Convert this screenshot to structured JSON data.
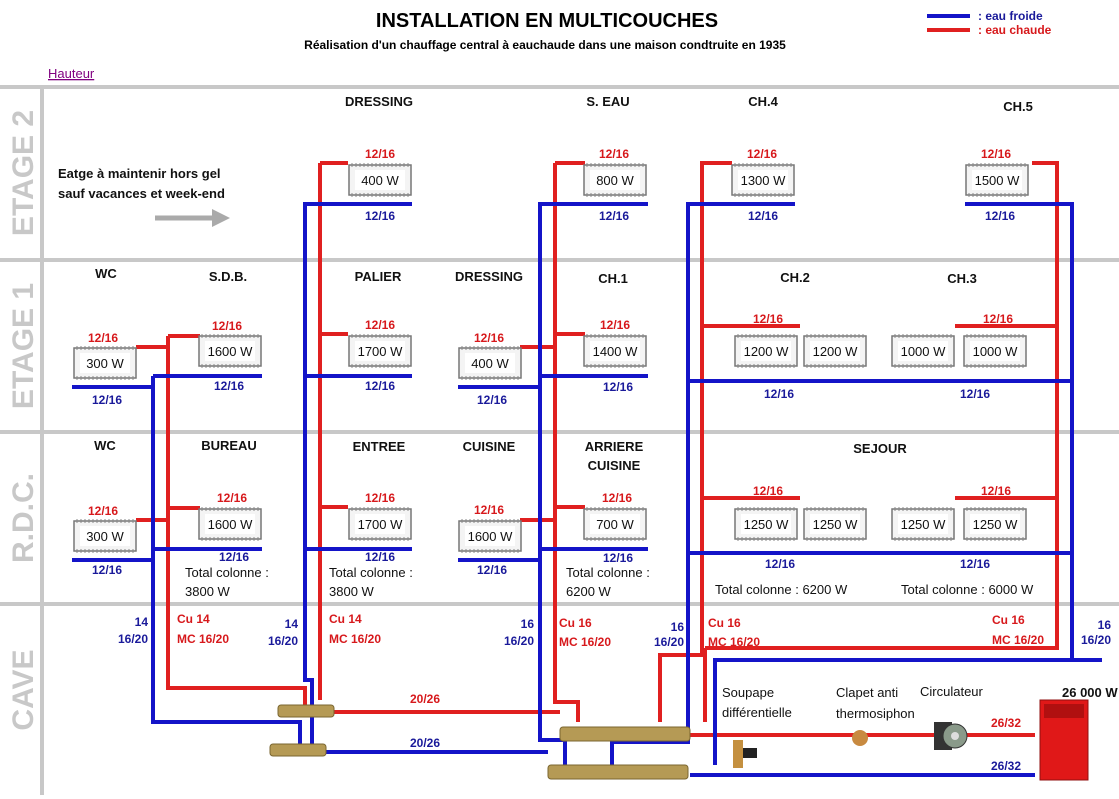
{
  "header": {
    "title": "INSTALLATION EN MULTICOUCHES",
    "subtitle": "Réalisation d'un chauffage central à eauchaude dans une maison condtruite en 1935",
    "link": "Hauteur"
  },
  "legend": {
    "cold": ": eau froide",
    "hot": ": eau chaude",
    "cold_color": "#1414c8",
    "hot_color": "#e02020"
  },
  "floors": [
    "ETAGE 2",
    "ETAGE 1",
    "R.D.C.",
    "CAVE"
  ],
  "note": [
    "Eatge à maintenir hors gel",
    "sauf vacances et week-end"
  ],
  "rooms": {
    "etage2": [
      "DRESSING",
      "S. EAU",
      "CH.4",
      "CH.5"
    ],
    "etage1": [
      "WC",
      "S.D.B.",
      "PALIER",
      "DRESSING",
      "CH.1",
      "CH.2",
      "CH.3"
    ],
    "rdc": [
      "WC",
      "BUREAU",
      "ENTREE",
      "CUISINE",
      "ARRIERE",
      "CUISINE",
      "SEJOUR"
    ]
  },
  "radiators": [
    "400 W",
    "800 W",
    "1300 W",
    "1500 W",
    "300 W",
    "1600 W",
    "1700 W",
    "400 W",
    "1400 W",
    "1200 W",
    "1200 W",
    "1000 W",
    "1000 W",
    "300 W",
    "1600 W",
    "1700 W",
    "1600 W",
    "700 W",
    "1250 W",
    "1250 W",
    "1250 W",
    "1250 W"
  ],
  "branch_labels": [
    {
      "hot": "12/16",
      "cold": "12/16"
    },
    {
      "hot": "12/16",
      "cold": "12/16"
    },
    {
      "hot": "12/16",
      "cold": "12/16"
    },
    {
      "hot": "12/16",
      "cold": "12/16"
    },
    {
      "hot": "12/16",
      "cold": "12/16"
    },
    {
      "hot": "12/16",
      "cold": "12/16"
    },
    {
      "hot": "12/16",
      "cold": "12/16"
    },
    {
      "hot": "12/16",
      "cold": "12/16"
    },
    {
      "hot": "12/16",
      "cold": "12/16"
    },
    {
      "hot": "12/16",
      "cold": "12/16"
    },
    {
      "hot": "12/16",
      "cold": "12/16"
    },
    {
      "hot": "12/16",
      "cold": "12/16"
    },
    {
      "hot": "12/16",
      "cold": "12/16"
    },
    {
      "hot": "12/16",
      "cold": "12/16"
    },
    {
      "hot": "12/16",
      "cold": "12/16"
    },
    {
      "hot": "12/16",
      "cold": "12/16"
    },
    {
      "hot": "12/16",
      "cold": "12/16"
    },
    {
      "hot": "12/16",
      "cold": "12/16"
    }
  ],
  "totals": {
    "label": "Total colonne :",
    "col1": "3800 W",
    "col2": "3800 W",
    "col3": "6200 W",
    "col4": "Total colonne : 6200 W",
    "col5": "Total colonne : 6000 W"
  },
  "cave": {
    "c1_cold": [
      "14",
      "16/20"
    ],
    "c1_hot": [
      "Cu 14",
      "MC 16/20"
    ],
    "c2_cold": [
      "14",
      "16/20"
    ],
    "c2_hot": [
      "Cu 14",
      "MC 16/20"
    ],
    "c3_cold": [
      "16",
      "16/20"
    ],
    "c3_hot": [
      "Cu 16",
      "MC 16/20"
    ],
    "c4_cold": [
      "16",
      "16/20"
    ],
    "c4_hot": [
      "Cu 16",
      "MC 16/20"
    ],
    "c5_hot": [
      "Cu 16",
      "MC 16/20"
    ],
    "c5_cold": [
      "16",
      "16/20"
    ],
    "main_hot": "20/26",
    "main_cold": "20/26",
    "soupape": [
      "Soupape",
      "différentielle"
    ],
    "clapet": [
      "Clapet anti",
      "thermosiphon"
    ],
    "circulateur": "Circulateur",
    "boiler_power": "26 000 W",
    "boiler_hot": "26/32",
    "boiler_cold": "26/32"
  }
}
